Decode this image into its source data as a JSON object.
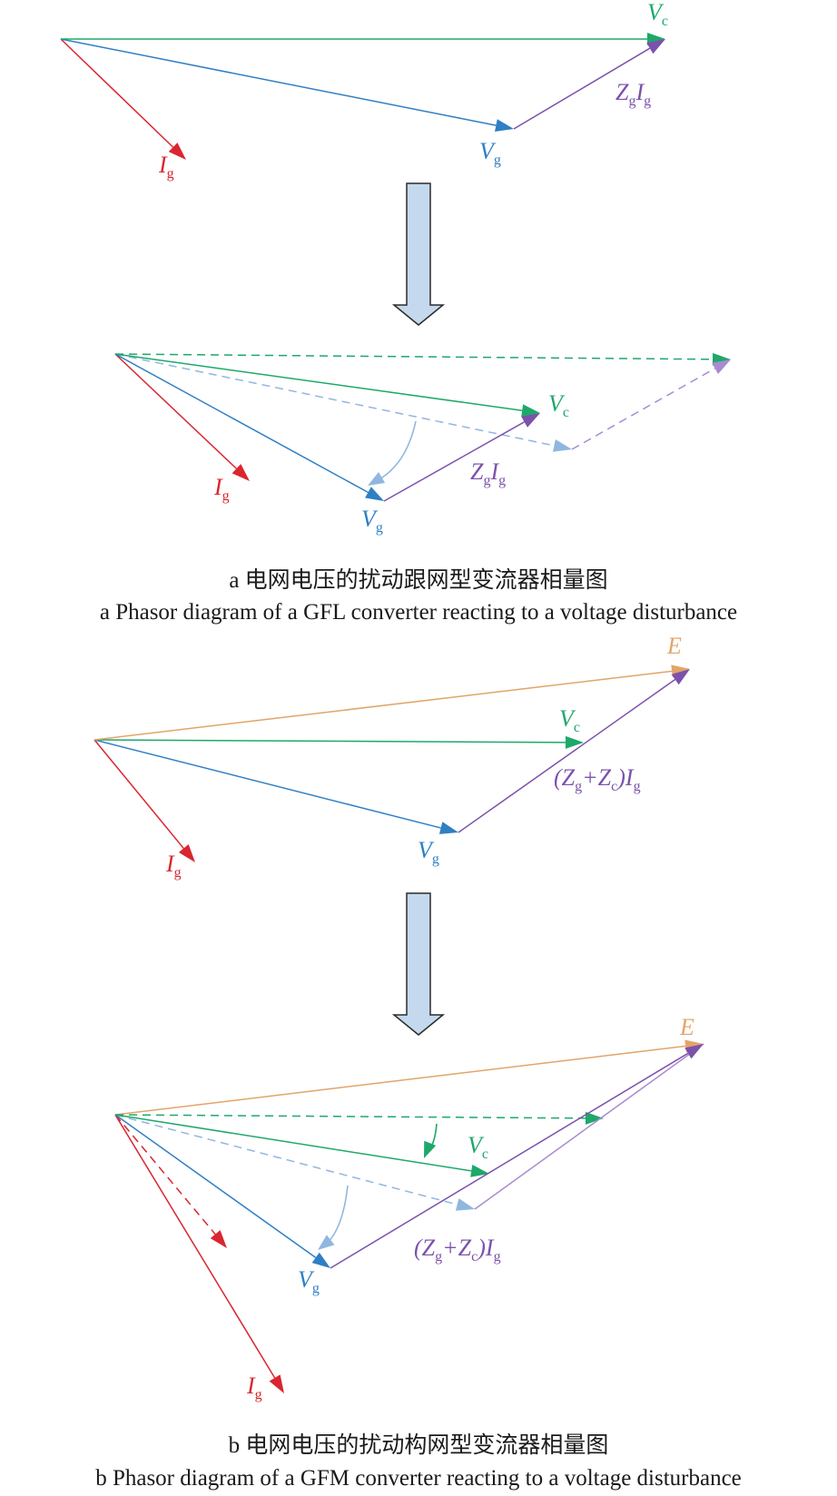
{
  "colors": {
    "current": "#d9262f",
    "grid_voltage": "#2f7fc4",
    "grid_voltage_dashed": "#8fb7df",
    "converter_voltage": "#1ea86a",
    "impedance_drop": "#7b52ab",
    "impedance_drop_dashed": "#a98ccf",
    "emf": "#e2a46a",
    "big_arrow_fill": "#c5d9ee",
    "big_arrow_stroke": "#2b2b2b"
  },
  "labels": {
    "ig": {
      "main": "I",
      "sub": "g"
    },
    "vg": {
      "main": "V",
      "sub": "g"
    },
    "vc": {
      "main": "V",
      "sub": "c"
    },
    "zg_ig": {
      "main1": "Z",
      "sub1": "g",
      "main2": "I",
      "sub2": "g"
    },
    "e": {
      "main": "E"
    },
    "zgzc_ig": {
      "open": "(Z",
      "sub1": "g",
      "plus": "+Z",
      "sub2": "c",
      "close": ")I",
      "sub3": "g"
    }
  },
  "captions": {
    "a_zh": "a  电网电压的扰动跟网型变流器相量图",
    "a_en": "a  Phasor diagram of a GFL converter reacting to a voltage disturbance",
    "b_zh": "b  电网电压的扰动构网型变流器相量图",
    "b_en": "b  Phasor diagram of a GFM converter reacting to a voltage disturbance"
  }
}
